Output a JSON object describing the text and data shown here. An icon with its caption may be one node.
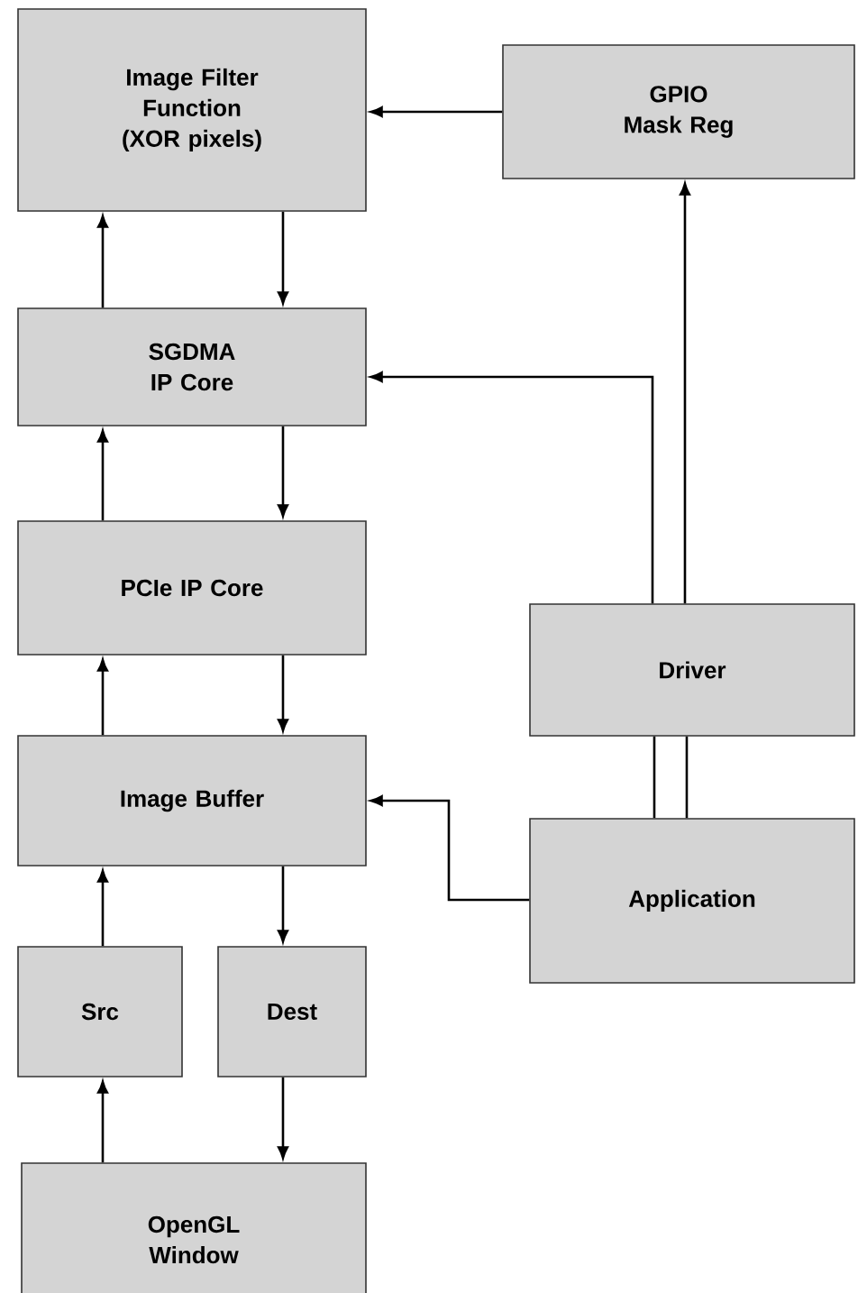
{
  "diagram": {
    "nodes": [
      {
        "text": [
          "Image Filter Function (XOR pixels)"
        ]
      },
      {
        "text": [
          "GPIO Mask Reg"
        ]
      },
      {
        "text": [
          "SGDMA IP Core"
        ]
      },
      {
        "text": [
          "PCIe IP Core"
        ]
      },
      {
        "text": [
          "Driver"
        ]
      },
      {
        "text": [
          "Image Buffer"
        ]
      },
      {
        "text": [
          "Application"
        ]
      },
      {
        "text": [
          "Src"
        ]
      },
      {
        "text": [
          "Dest"
        ]
      },
      {
        "text": [
          "OpenGL Window"
        ]
      }
    ],
    "edges": [
      {
        "from": 1,
        "to": 0,
        "arrow": "to"
      },
      {
        "from": 0,
        "to": 2,
        "arrow": "to"
      },
      {
        "from": 2,
        "to": 0,
        "arrow": "to"
      },
      {
        "from": 4,
        "to": 2,
        "arrow": "to"
      },
      {
        "from": 4,
        "to": 1,
        "arrow": "to"
      },
      {
        "from": 2,
        "to": 3,
        "arrow": "to"
      },
      {
        "from": 3,
        "to": 2,
        "arrow": "to"
      },
      {
        "from": 3,
        "to": 5,
        "arrow": "to"
      },
      {
        "from": 5,
        "to": 3,
        "arrow": "to"
      },
      {
        "from": 6,
        "to": 4,
        "arrow": "none"
      },
      {
        "from": 6,
        "to": 4,
        "arrow": "none"
      },
      {
        "from": 6,
        "to": 5,
        "arrow": "to"
      },
      {
        "from": 5,
        "to": 8,
        "arrow": "to"
      },
      {
        "from": 7,
        "to": 5,
        "arrow": "to"
      },
      {
        "from": 8,
        "to": 9,
        "arrow": "to"
      },
      {
        "from": 9,
        "to": 7,
        "arrow": "to"
      }
    ]
  }
}
